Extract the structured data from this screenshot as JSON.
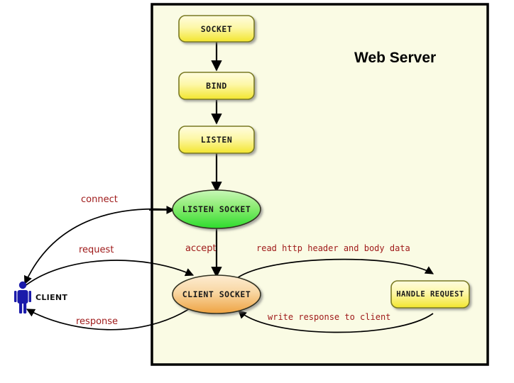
{
  "diagram": {
    "title": "Web Server",
    "panel": {
      "background_color": "#fafbe4",
      "border_color": "#000000"
    },
    "page_background": "#ffffff",
    "colors": {
      "box_fill_top": "#fdfbd0",
      "box_fill_bottom": "#f4e83a",
      "box_border": "#7a7a22",
      "listen_socket_fill_top": "#b5f5a8",
      "listen_socket_fill_bottom": "#33dd33",
      "client_socket_fill_top": "#fbe3bb",
      "client_socket_fill_bottom": "#f0a93c",
      "ellipse_border": "#333322",
      "edge_color": "#000000",
      "edge_label_color": "#9e1818",
      "client_figure_color": "#1a1aaa"
    },
    "nodes": [
      {
        "id": "socket",
        "label": "SOCKET",
        "shape": "rounded-rect",
        "fill": "yellow"
      },
      {
        "id": "bind",
        "label": "BIND",
        "shape": "rounded-rect",
        "fill": "yellow"
      },
      {
        "id": "listen",
        "label": "LISTEN",
        "shape": "rounded-rect",
        "fill": "yellow"
      },
      {
        "id": "listen-socket",
        "label": "LISTEN SOCKET",
        "shape": "ellipse",
        "fill": "green"
      },
      {
        "id": "client-socket",
        "label": "CLIENT SOCKET",
        "shape": "ellipse",
        "fill": "orange"
      },
      {
        "id": "handle-request",
        "label": "HANDLE REQUEST",
        "shape": "rounded-rect",
        "fill": "yellow"
      }
    ],
    "actor": {
      "id": "client",
      "label": "CLIENT",
      "icon": "person-icon"
    },
    "edges": [
      {
        "id": "socket-to-bind",
        "from": "socket",
        "to": "bind",
        "label": ""
      },
      {
        "id": "bind-to-listen",
        "from": "bind",
        "to": "listen",
        "label": ""
      },
      {
        "id": "listen-to-listen-socket",
        "from": "listen",
        "to": "listen-socket",
        "label": ""
      },
      {
        "id": "client-to-listen-socket",
        "from": "client",
        "to": "listen-socket",
        "label": "connect"
      },
      {
        "id": "listen-socket-to-client-socket",
        "from": "listen-socket",
        "to": "client-socket",
        "label": "accept"
      },
      {
        "id": "client-to-client-socket",
        "from": "client",
        "to": "client-socket",
        "label": "request"
      },
      {
        "id": "client-socket-to-handle",
        "from": "client-socket",
        "to": "handle-request",
        "label": "read http header and body data"
      },
      {
        "id": "handle-to-client-socket",
        "from": "handle-request",
        "to": "client-socket",
        "label": "write response to client"
      },
      {
        "id": "client-socket-to-client",
        "from": "client-socket",
        "to": "client",
        "label": "response"
      }
    ]
  }
}
